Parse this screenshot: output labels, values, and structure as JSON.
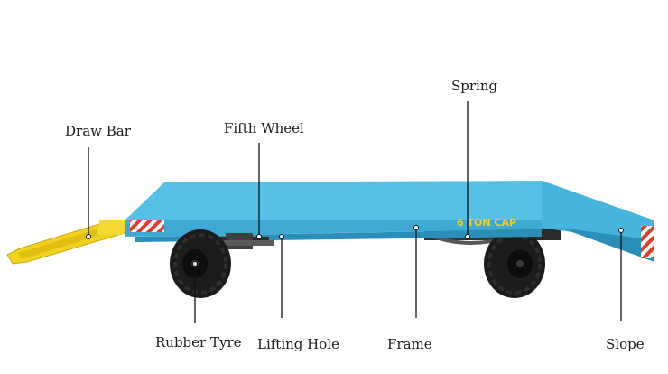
{
  "labels": {
    "draw_bar": "Draw Bar",
    "fifth_wheel": "Fifth Wheel",
    "spring": "Spring",
    "rubber_tyre": "Rubber Tyre",
    "lifting_hole": "Lifting Hole",
    "frame": "Frame",
    "slope": "Slope"
  },
  "deck_marking": "6 TON CAP",
  "colors": {
    "deck": "#56c1e6",
    "deck_front": "#3eaad4",
    "deck_shadow": "#2a8fb8",
    "draw_bar": "#f2d21c",
    "tyre": "#1c1c1c",
    "reflector_red": "#e23b2e",
    "leader_line": "#111111"
  }
}
